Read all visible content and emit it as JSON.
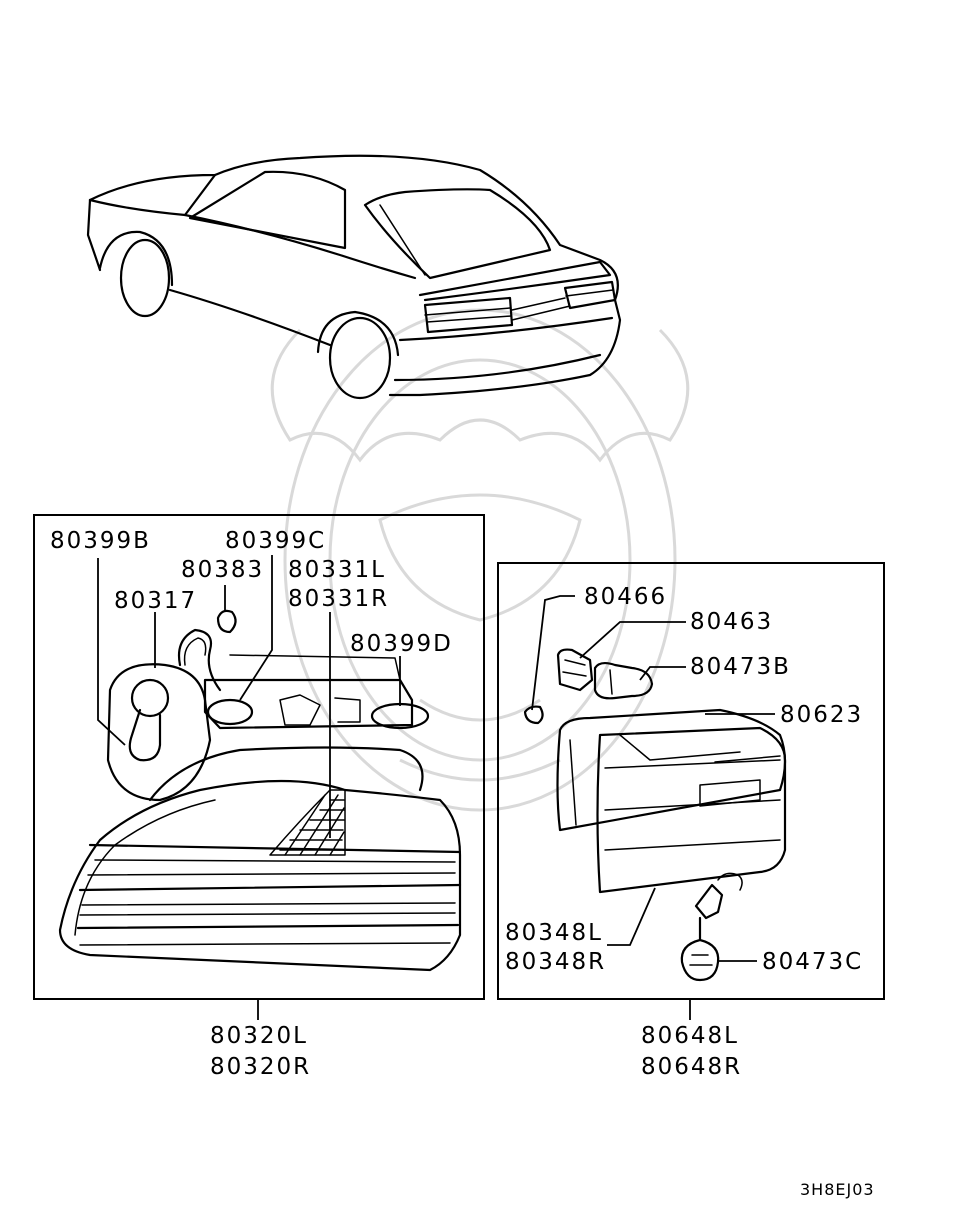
{
  "diagram_code": "3H8EJ03",
  "left_box": {
    "assembly_labels": [
      "80320L",
      "80320R"
    ],
    "parts": {
      "p80399B": "80399B",
      "p80399C": "80399C",
      "p80383": "80383",
      "p80331L": "80331L",
      "p80331R": "80331R",
      "p80317": "80317",
      "p80399D": "80399D"
    }
  },
  "right_box": {
    "assembly_labels": [
      "80648L",
      "80648R"
    ],
    "parts": {
      "p80466": "80466",
      "p80463": "80463",
      "p80473B": "80473B",
      "p80623": "80623",
      "p80348L": "80348L",
      "p80348R": "80348R",
      "p80473C": "80473C"
    }
  }
}
